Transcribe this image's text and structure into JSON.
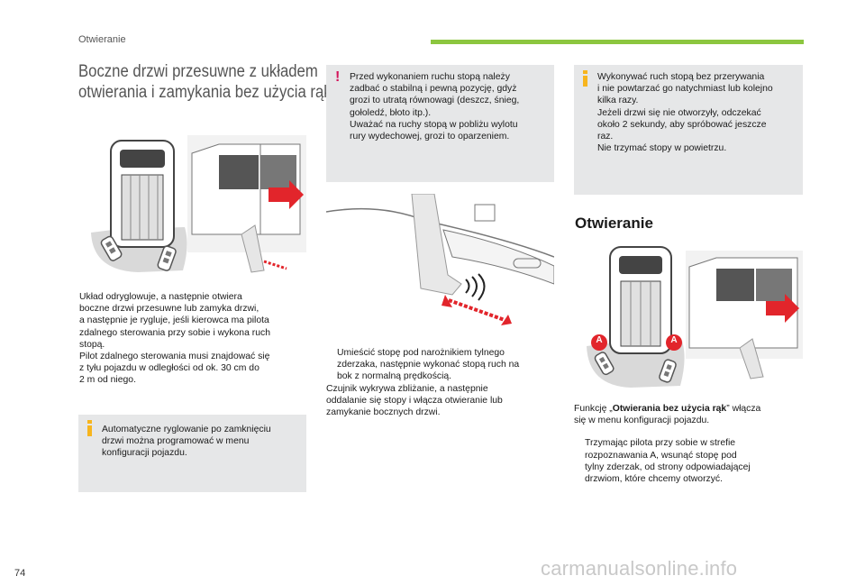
{
  "header": {
    "section_label": "Otwieranie",
    "accent_color": "#8cc63f"
  },
  "title": {
    "line1": "Boczne drzwi przesuwne z układem",
    "line2": "otwierania i zamykania bez użycia rąk"
  },
  "col1": {
    "paragraphs": [
      "Układ odryglowuje, a następnie otwiera",
      "boczne drzwi przesuwne lub zamyka drzwi,",
      "a następnie je rygluje, jeśli kierowca ma pilota",
      "zdalnego sterowania przy sobie i wykona ruch",
      "stopą.",
      "Pilot zdalnego sterowania musi znajdować się",
      "z tyłu pojazdu w odległości od ok. 30 cm do",
      "2 m od niego."
    ],
    "info_box": [
      "Automatyczne ryglowanie po zamknięciu",
      "drzwi można programować w menu",
      "konfiguracji pojazdu."
    ]
  },
  "col2": {
    "warning_box": [
      "Przed wykonaniem ruchu stopą należy",
      "zadbać o stabilną i pewną pozycję, gdyż",
      "grozi to utratą równowagi (deszcz, śnieg,",
      "gołoledź, błoto itp.).",
      "Uważać na ruchy stopą w pobliżu wylotu",
      "rury wydechowej, grozi to oparzeniem."
    ],
    "bullet_symbol": "",
    "bullet": [
      "Umieścić stopę pod narożnikiem tylnego",
      "zderzaka, następnie wykonać stopą ruch na",
      "bok z normalną prędkością."
    ],
    "after": [
      "Czujnik wykrywa zbliżanie, a następnie",
      "oddalanie się stopy i włącza otwieranie lub",
      "zamykanie bocznych drzwi."
    ]
  },
  "col3": {
    "info_box": [
      "Wykonywać ruch stopą bez przerywania",
      "i nie powtarzać go natychmiast lub kolejno",
      "kilka razy.",
      "Jeżeli drzwi się nie otworzyły, odczekać",
      "około 2 sekundy, aby spróbować jeszcze",
      "raz.",
      "Nie trzymać stopy w powietrzu."
    ],
    "subheading": "Otwieranie",
    "function_line1_pre": "Funkcję „",
    "function_line1_bold": "Otwierania bez użycia rąk",
    "function_line1_post": "” włącza",
    "function_line2": "się w menu konfiguracji pojazdu.",
    "bullet": [
      "Trzymając pilota przy sobie w strefie",
      "rozpoznawania A, wsunąć stopę pod",
      "tylny zderzak, od strony odpowiadającej",
      "drzwiom, które chcemy otworzyć."
    ],
    "zone_label": "A"
  },
  "colors": {
    "warning": "#d4145a",
    "info": "#f7b51e",
    "box_bg": "#e6e7e8",
    "arrow_red": "#e2252b",
    "zone_red": "#e2252b"
  },
  "page_number": "74",
  "watermark": "carmanualsonline.info"
}
